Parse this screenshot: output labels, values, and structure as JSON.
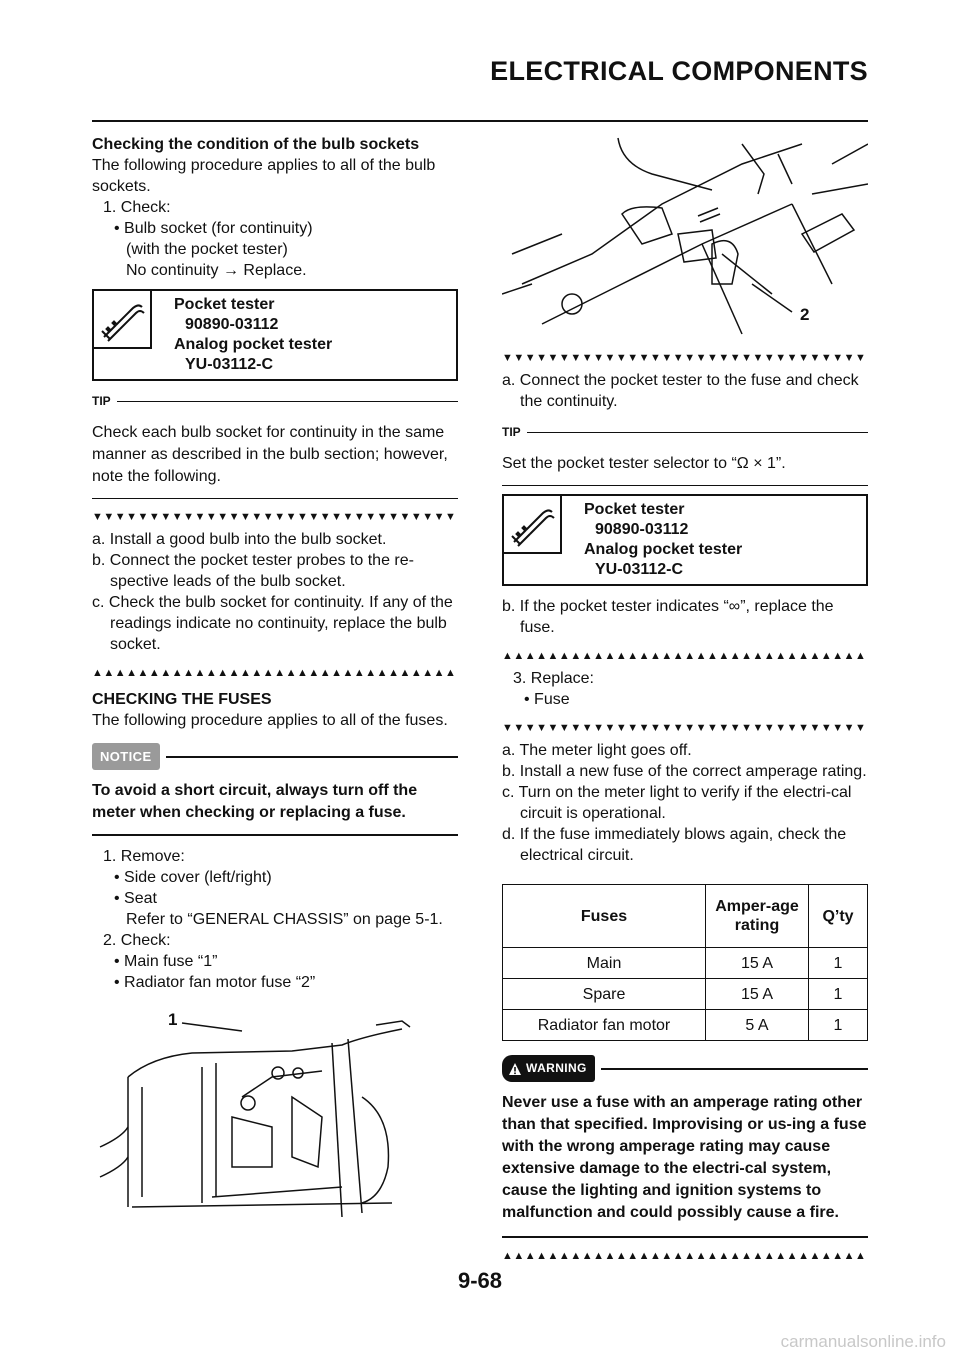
{
  "header": {
    "title": "ELECTRICAL COMPONENTS"
  },
  "left": {
    "bulb_heading": "Checking the condition of the bulb sockets",
    "bulb_intro": "The following procedure applies to all of the bulb sockets.",
    "step1": "1. Check:",
    "step1_bullet": "• Bulb socket (for continuity)",
    "step1_with": "(with the pocket tester)",
    "step1_result": "No continuity → Replace.",
    "tool": {
      "name1": "Pocket tester",
      "num1": "90890-03112",
      "name2": "Analog pocket tester",
      "num2": "YU-03112-C"
    },
    "tip_label": "TIP",
    "tip_text": "Check each bulb socket for continuity in the same manner as described in the bulb section; however, note the following.",
    "tri_down": "▼▼▼▼▼▼▼▼▼▼▼▼▼▼▼▼▼▼▼▼▼▼▼▼▼▼▼▼▼▼▼▼▼",
    "sub_a": "a. Install a good bulb into the bulb socket.",
    "sub_b": "b. Connect the pocket tester probes to the re-spective leads of the bulb socket.",
    "sub_c": "c. Check the bulb socket for continuity. If any of the readings indicate no continuity, replace the bulb socket.",
    "tri_up": "▲▲▲▲▲▲▲▲▲▲▲▲▲▲▲▲▲▲▲▲▲▲▲▲▲▲▲▲▲▲▲▲▲",
    "fuses_heading": "CHECKING THE FUSES",
    "fuses_intro": "The following procedure applies to all of the fuses.",
    "notice_label": "NOTICE",
    "notice_text": "To avoid a short circuit, always turn off the meter when checking or replacing a fuse.",
    "r1": "1. Remove:",
    "r1_b1": "• Side cover (left/right)",
    "r1_b2": "• Seat",
    "r1_ref": "Refer to “GENERAL CHASSIS” on page 5-1.",
    "r2": "2. Check:",
    "r2_b1": "• Main fuse “1”",
    "r2_b2": "• Radiator fan motor fuse “2”",
    "fig_label": "1"
  },
  "right": {
    "fig_label": "2",
    "tri_down": "▼▼▼▼▼▼▼▼▼▼▼▼▼▼▼▼▼▼▼▼▼▼▼▼▼▼▼▼▼▼▼▼▼",
    "sub_a": "a. Connect the pocket tester to the fuse and check the continuity.",
    "tip_label": "TIP",
    "tip_text": "Set the pocket tester selector to “Ω × 1”.",
    "tool": {
      "name1": "Pocket tester",
      "num1": "90890-03112",
      "name2": "Analog pocket tester",
      "num2": "YU-03112-C"
    },
    "sub_b": "b. If the pocket tester indicates “∞”, replace the fuse.",
    "tri_up": "▲▲▲▲▲▲▲▲▲▲▲▲▲▲▲▲▲▲▲▲▲▲▲▲▲▲▲▲▲▲▲▲▲",
    "step3": "3. Replace:",
    "step3_b1": "• Fuse",
    "tri_down2": "▼▼▼▼▼▼▼▼▼▼▼▼▼▼▼▼▼▼▼▼▼▼▼▼▼▼▼▼▼▼▼▼▼",
    "s3a": "a. The meter light goes off.",
    "s3b": "b. Install a new fuse of the correct amperage rating.",
    "s3c": "c. Turn on the meter light to verify if the electri-cal circuit is operational.",
    "s3d": "d. If the fuse immediately blows again, check the electrical circuit.",
    "table": {
      "headers": [
        "Fuses",
        "Amper-age rating",
        "Q’ty"
      ],
      "rows": [
        [
          "Main",
          "15 A",
          "1"
        ],
        [
          "Spare",
          "15 A",
          "1"
        ],
        [
          "Radiator fan motor",
          "5 A",
          "1"
        ]
      ]
    },
    "warning_label": "WARNING",
    "warning_text": "Never use a fuse with an amperage rating other than that specified. Improvising or us-ing a fuse with the wrong amperage rating may cause extensive damage to the electri-cal system, cause the lighting and ignition systems to malfunction and could possibly cause a fire.",
    "tri_up2": "▲▲▲▲▲▲▲▲▲▲▲▲▲▲▲▲▲▲▲▲▲▲▲▲▲▲▲▲▲▲▲▲▲"
  },
  "footer": {
    "page_number": "9-68",
    "watermark": "carmanualsonline.info"
  }
}
